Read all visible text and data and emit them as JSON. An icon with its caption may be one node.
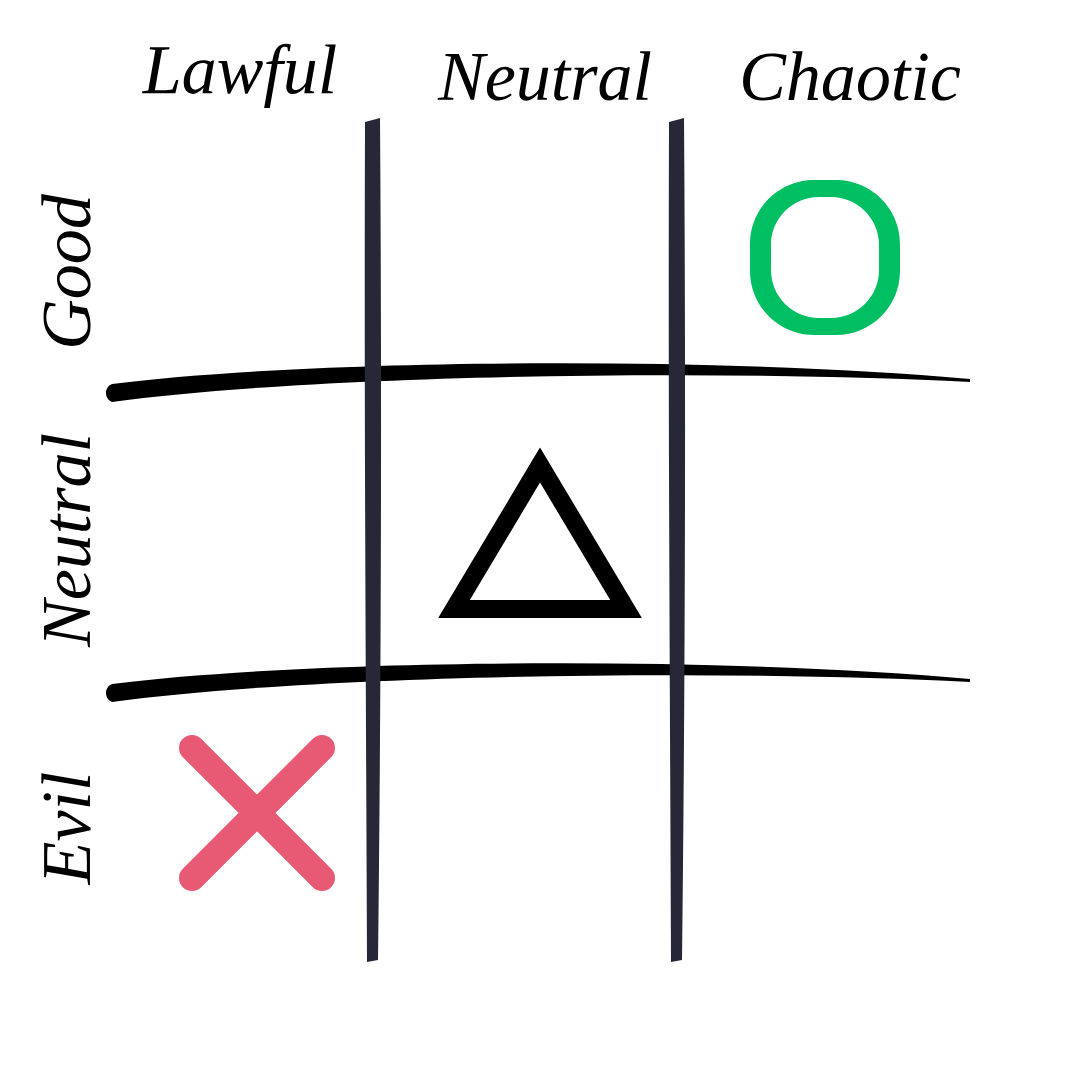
{
  "diagram": {
    "nodes": [
      {
        "text": [],
        "shape": "circle"
      },
      {
        "text": [],
        "shape": "triangle"
      },
      {
        "text": [],
        "shape": "cross"
      }
    ],
    "labels": [
      "Lawful",
      "Neutral",
      "Chaotic",
      "Good",
      "Neutral",
      "Evil"
    ]
  }
}
